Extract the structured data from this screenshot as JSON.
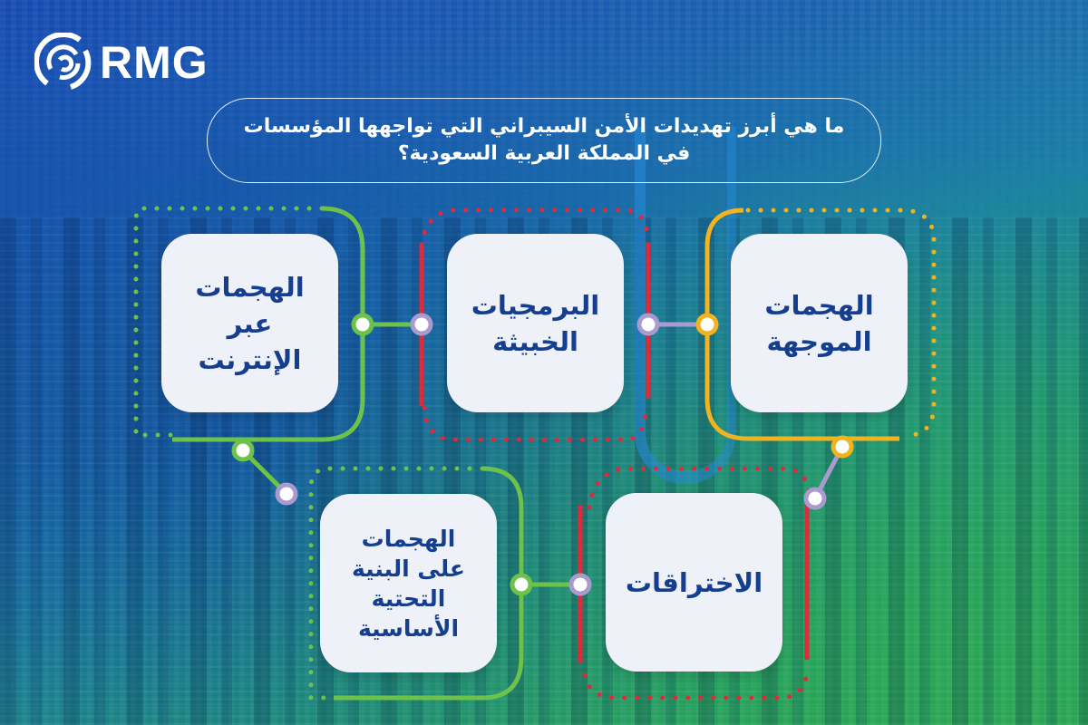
{
  "brand": {
    "logo_icon": "rmg-concentric-arcs-icon",
    "name": "RMG"
  },
  "title": {
    "line1": "ما هي أبرز تهديدات الأمن السيبراني التي تواجهها المؤسسات",
    "line2": "في المملكة العربية السعودية؟"
  },
  "colors": {
    "green_line": "#6cc24a",
    "red_line": "#e02a3a",
    "yellow_line": "#f2b320",
    "purple_line": "#a99bd0",
    "card_bg": "#eef2f8",
    "card_text": "#163e8e"
  },
  "threats": [
    {
      "id": "online-attacks",
      "label": "الهجمات\nعبر\nالإنترنت",
      "line_color": "green"
    },
    {
      "id": "malware",
      "label": "البرمجيات\nالخبيثة",
      "line_color": "red"
    },
    {
      "id": "targeted-attacks",
      "label": "الهجمات\nالموجهة",
      "line_color": "yellow"
    },
    {
      "id": "infrastructure-attacks",
      "label": "الهجمات\nعلى البنية\nالتحتية\nالأساسية",
      "line_color": "green"
    },
    {
      "id": "breaches",
      "label": "الاختراقات",
      "line_color": "red"
    }
  ]
}
